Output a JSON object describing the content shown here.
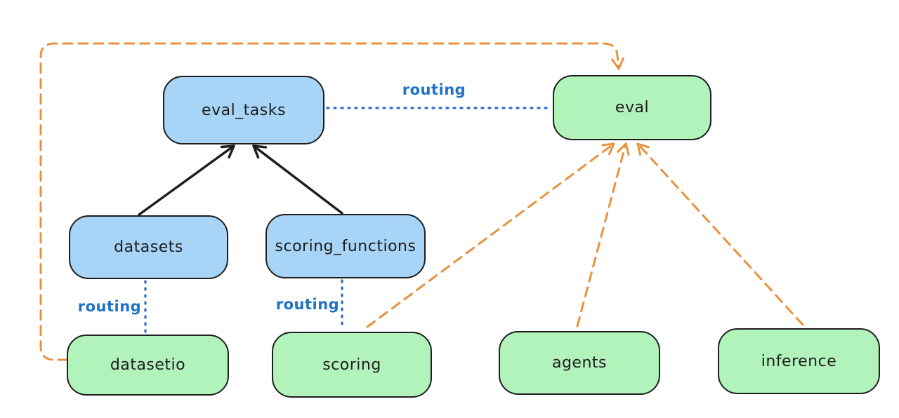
{
  "diagram": {
    "background": "#ffffff",
    "colors": {
      "node_blue_fill": "#a8d5f7",
      "node_green_fill": "#b2f2bb",
      "node_stroke": "#1e1e1e",
      "solid_arrow": "#1e1e1e",
      "dashed_arrow_orange": "#e8923c",
      "dotted_line_blue": "#3069cf",
      "routing_label_blue": "#1f73c4"
    },
    "nodes": {
      "eval_tasks": {
        "label": "eval_tasks",
        "color": "blue"
      },
      "eval": {
        "label": "eval",
        "color": "green"
      },
      "datasets": {
        "label": "datasets",
        "color": "blue"
      },
      "scoring_functions": {
        "label": "scoring_functions",
        "color": "blue"
      },
      "datasetio": {
        "label": "datasetio",
        "color": "green"
      },
      "scoring": {
        "label": "scoring",
        "color": "green"
      },
      "agents": {
        "label": "agents",
        "color": "green"
      },
      "inference": {
        "label": "inference",
        "color": "green"
      }
    },
    "edge_labels": {
      "eval_tasks_to_eval": "routing",
      "datasets_to_datasetio": "routing",
      "scoring_functions_to_scoring": "routing"
    },
    "edges": [
      {
        "from": "datasets",
        "to": "eval_tasks",
        "style": "solid-arrow",
        "color": "black"
      },
      {
        "from": "scoring_functions",
        "to": "eval_tasks",
        "style": "solid-arrow",
        "color": "black"
      },
      {
        "from": "eval_tasks",
        "to": "eval",
        "style": "dotted",
        "color": "blue",
        "label": "routing"
      },
      {
        "from": "datasets",
        "to": "datasetio",
        "style": "dotted",
        "color": "blue",
        "label": "routing"
      },
      {
        "from": "scoring_functions",
        "to": "scoring",
        "style": "dotted",
        "color": "blue",
        "label": "routing"
      },
      {
        "from": "datasetio",
        "to": "eval",
        "style": "dashed-arrow",
        "color": "orange",
        "route": "left-and-over-top"
      },
      {
        "from": "scoring",
        "to": "eval",
        "style": "dashed-arrow",
        "color": "orange"
      },
      {
        "from": "agents",
        "to": "eval",
        "style": "dashed-arrow",
        "color": "orange"
      },
      {
        "from": "inference",
        "to": "eval",
        "style": "dashed-arrow",
        "color": "orange"
      }
    ]
  }
}
